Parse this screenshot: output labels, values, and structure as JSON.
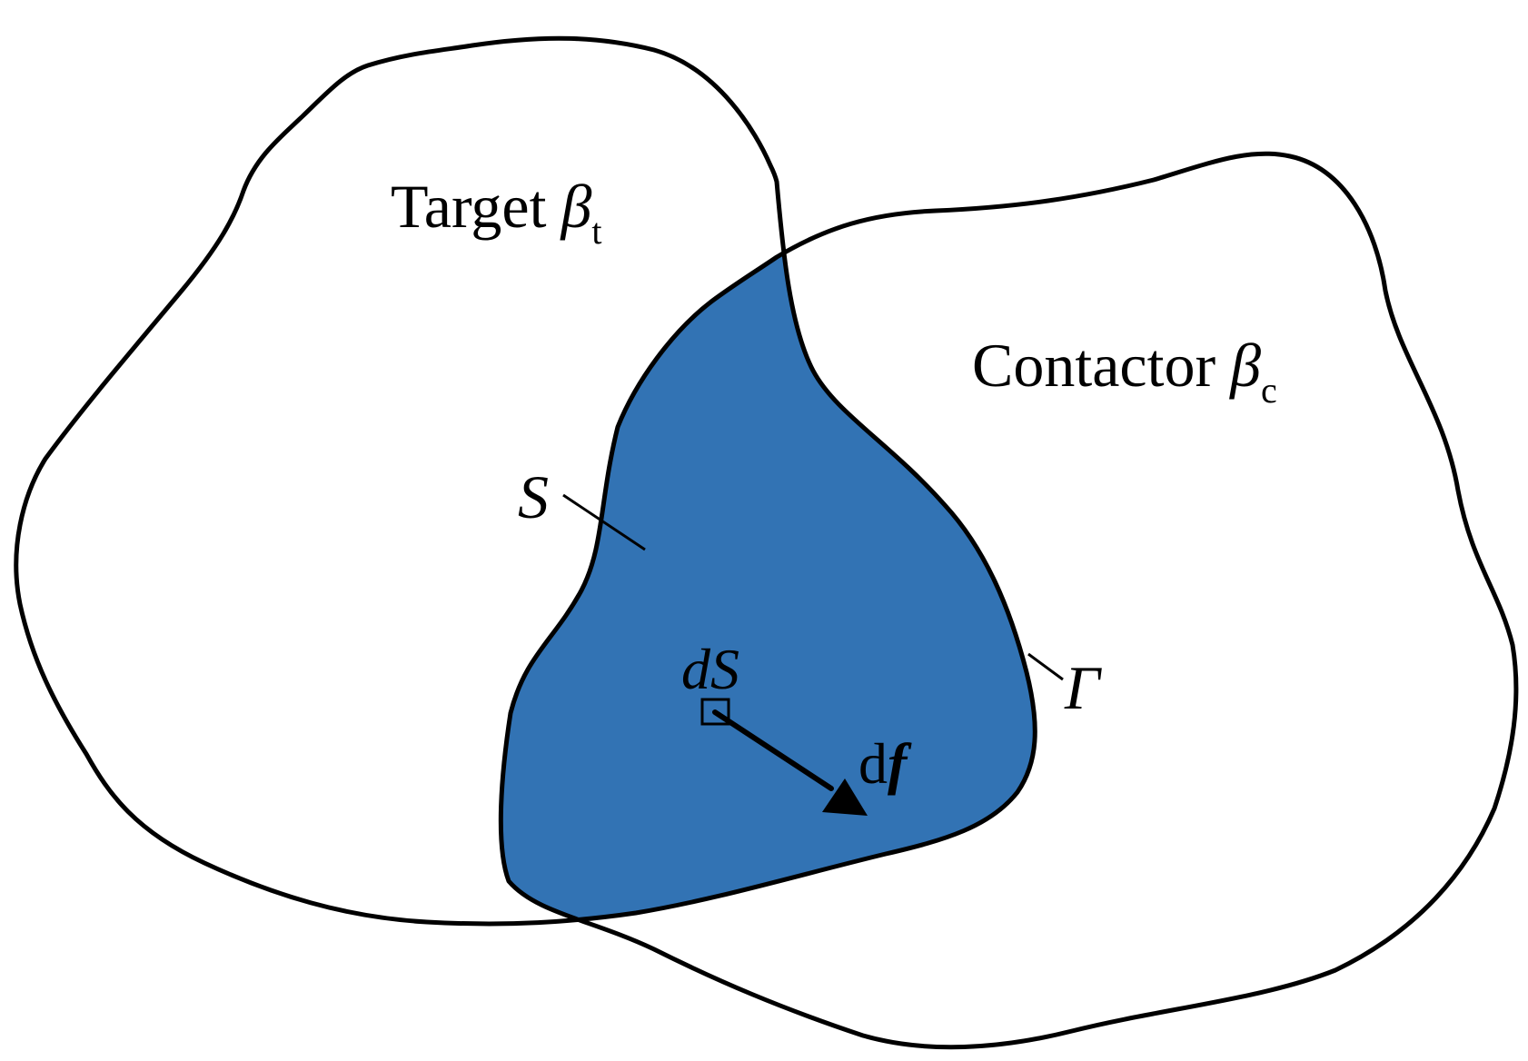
{
  "colors": {
    "overlap_fill": "#3273B4",
    "stroke": "#000000",
    "background": "#FFFFFF"
  },
  "labels": {
    "target_word": "Target",
    "target_symbol": "β",
    "target_subscript": "t",
    "contactor_word": "Contactor",
    "contactor_symbol": "β",
    "contactor_subscript": "c",
    "overlap_region": "S",
    "area_element": "dS",
    "force_d": "d",
    "force_f": "f",
    "boundary": "Γ"
  }
}
